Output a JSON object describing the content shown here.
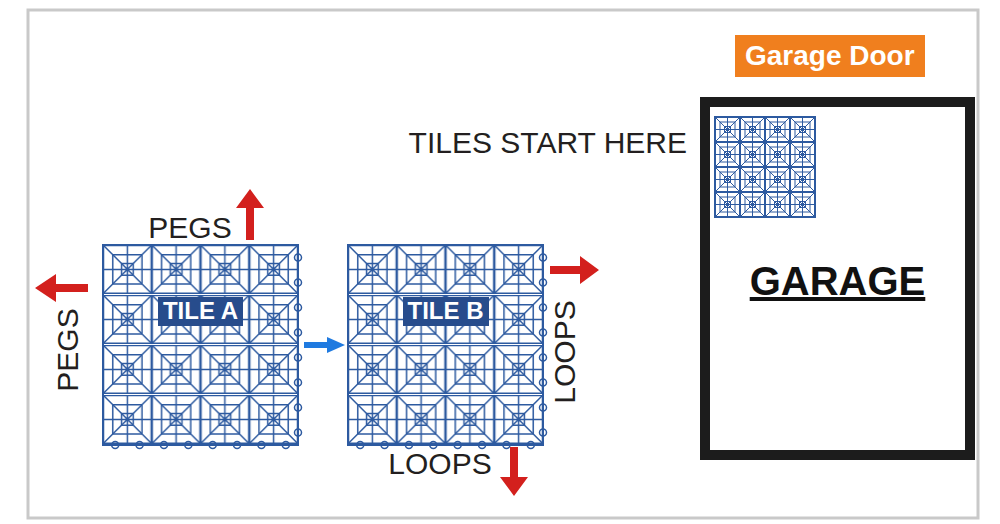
{
  "diagram": {
    "nodes": [
      {
        "text": [
          "Garage Door"
        ]
      },
      {
        "text": [
          "TILE A"
        ]
      },
      {
        "text": [
          "TILE B"
        ]
      },
      {
        "text": [
          "GARAGE"
        ]
      }
    ],
    "edges": [
      {
        "from": 1,
        "to": 2,
        "arrow": "to"
      }
    ],
    "labels": [
      "PEGS",
      "PEGS",
      "LOOPS",
      "LOOPS",
      "TILES START HERE"
    ]
  }
}
